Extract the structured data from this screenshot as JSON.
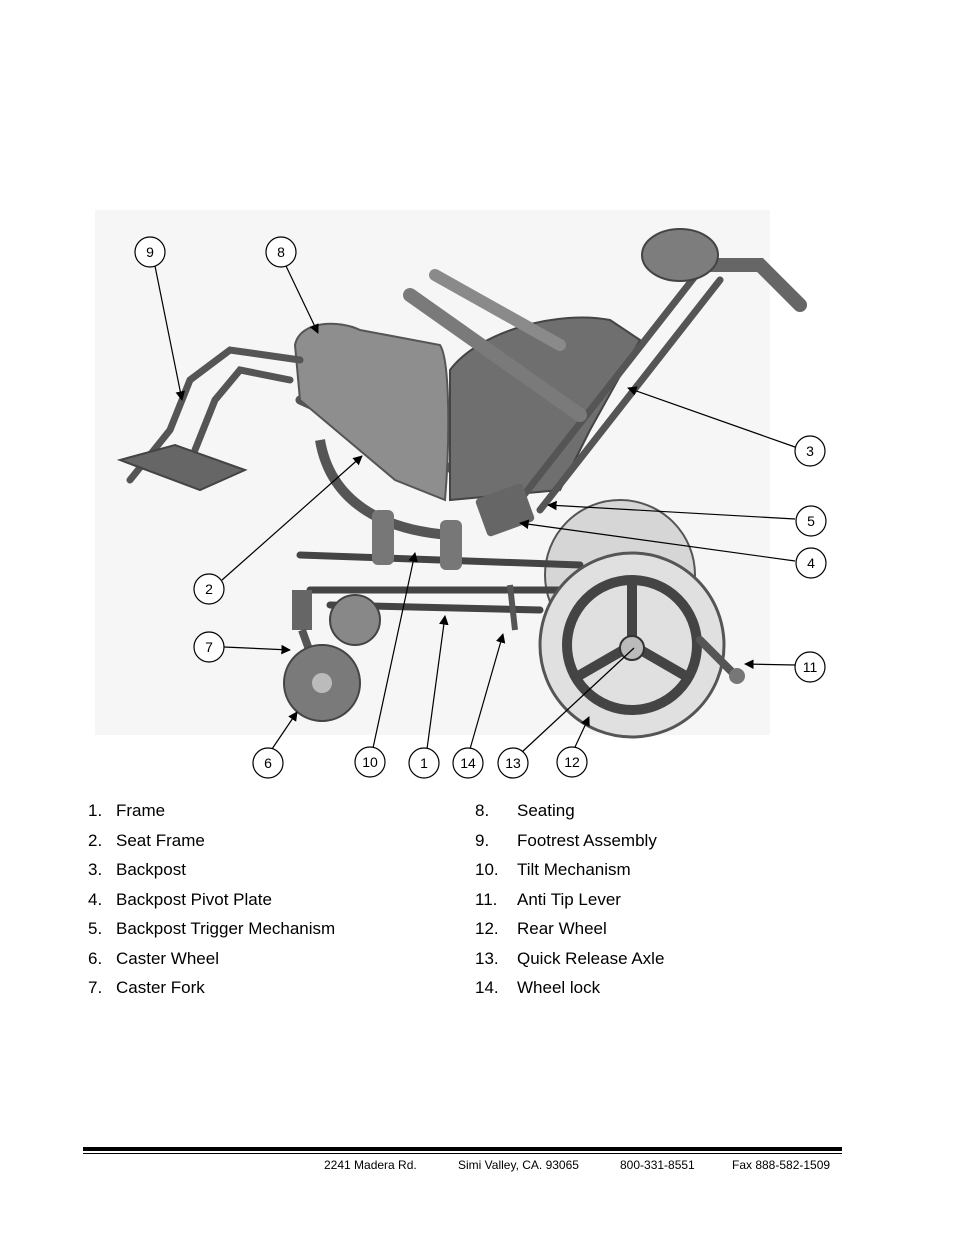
{
  "callouts": [
    {
      "id": "9",
      "label": "9"
    },
    {
      "id": "8",
      "label": "8"
    },
    {
      "id": "3",
      "label": "3"
    },
    {
      "id": "5",
      "label": "5"
    },
    {
      "id": "4",
      "label": "4"
    },
    {
      "id": "2",
      "label": "2"
    },
    {
      "id": "7",
      "label": "7"
    },
    {
      "id": "11",
      "label": "11"
    },
    {
      "id": "6",
      "label": "6"
    },
    {
      "id": "10",
      "label": "10"
    },
    {
      "id": "1",
      "label": "1"
    },
    {
      "id": "14",
      "label": "14"
    },
    {
      "id": "13",
      "label": "13"
    },
    {
      "id": "12",
      "label": "12"
    }
  ],
  "legend": {
    "left": [
      {
        "num": "1.",
        "text": "Frame"
      },
      {
        "num": "2.",
        "text": "Seat Frame"
      },
      {
        "num": "3.",
        "text": "Backpost"
      },
      {
        "num": "4.",
        "text": "Backpost Pivot Plate"
      },
      {
        "num": "5.",
        "text": "Backpost Trigger Mechanism"
      },
      {
        "num": "6.",
        "text": "Caster Wheel"
      },
      {
        "num": "7.",
        "text": "Caster Fork"
      }
    ],
    "right": [
      {
        "num": "8.",
        "text": "Seating"
      },
      {
        "num": "9.",
        "text": "Footrest Assembly"
      },
      {
        "num": "10.",
        "text": "Tilt Mechanism"
      },
      {
        "num": "11.",
        "text": "Anti Tip Lever"
      },
      {
        "num": "12.",
        "text": "Rear Wheel"
      },
      {
        "num": "13.",
        "text": "Quick Release Axle"
      },
      {
        "num": "14.",
        "text": "Wheel lock"
      }
    ]
  },
  "footer": {
    "address": "2241 Madera Rd.",
    "city": "Simi Valley, CA. 93065",
    "phone": "800-331-8551",
    "fax": "Fax 888-582-1509"
  }
}
